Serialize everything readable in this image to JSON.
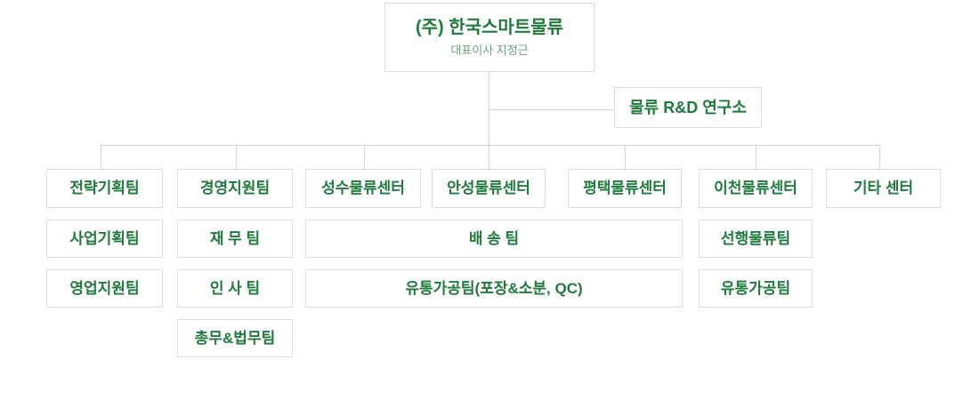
{
  "colors": {
    "accent": "#1e7b3c",
    "subtitle": "#6aa37b",
    "line": "#d5d5d5",
    "border": "#dcdcdc",
    "bg": "#ffffff"
  },
  "org": {
    "root": {
      "title": "(주) 한국스마트물류",
      "subtitle": "대표이사 지정근"
    },
    "research": {
      "label": "물류 R&D 연구소"
    },
    "columns": [
      {
        "head": "전략기획팀",
        "children": [
          "사업기획팀",
          "영업지원팀"
        ]
      },
      {
        "head": "경영지원팀",
        "children": [
          "재 무 팀",
          "인 사 팀",
          "총무&법무팀"
        ]
      },
      {
        "head": "성수물류센터",
        "children": []
      },
      {
        "head": "안성물류센터",
        "children": []
      },
      {
        "head": "평택물류센터",
        "children": []
      },
      {
        "head": "이천물류센터",
        "children": [
          "선행물류팀",
          "유통가공팀"
        ]
      },
      {
        "head": "기타 센터",
        "children": []
      }
    ],
    "shared": [
      "배 송 팀",
      "유통가공팀(포장&소분, QC)"
    ]
  }
}
